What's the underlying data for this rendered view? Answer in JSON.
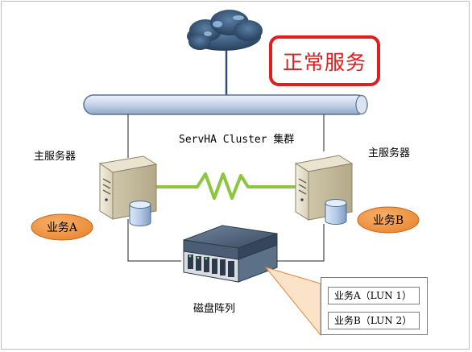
{
  "status_label": "正常服务",
  "cluster_label": "ServHA Cluster 集群",
  "servers": [
    {
      "label": "主服务器",
      "service": "业务A"
    },
    {
      "label": "主服务器",
      "service": "业务B"
    }
  ],
  "storage": {
    "label": "磁盘阵列",
    "luns": [
      "业务A（LUN 1）",
      "业务B（LUN 2）"
    ]
  },
  "colors": {
    "status_border": "#e01e1e",
    "status_text": "#e01e1e",
    "heartbeat": "#8cc63f",
    "service_ellipse": "#f0913a",
    "bus": "#c9d7ea",
    "cloud": "#2e4a6b"
  },
  "icons": {
    "cloud": "cloud-icon",
    "server": "tower-server-icon",
    "disk": "disk-cylinder-icon",
    "array": "disk-array-icon",
    "heartbeat": "heartbeat-zigzag-icon"
  }
}
